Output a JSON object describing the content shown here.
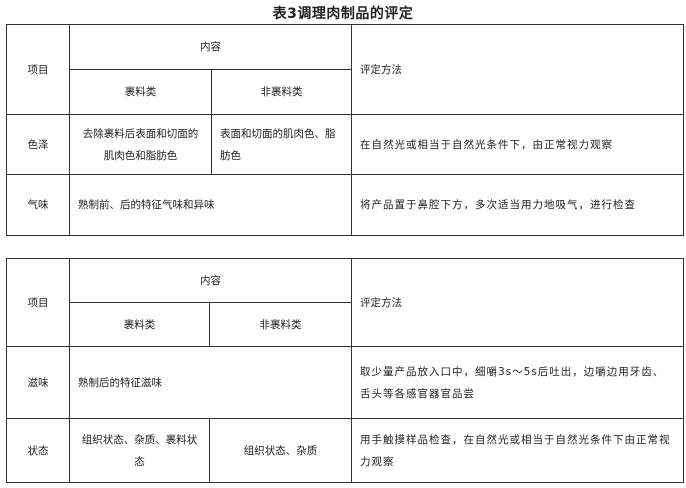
{
  "title": "表3调理肉制品的评定",
  "headers": {
    "item": "项目",
    "content": "内容",
    "coated": "裹料类",
    "uncoated": "非裹料类",
    "method": "评定方法"
  },
  "table1": {
    "rows": [
      {
        "item": "色泽",
        "coated": "去除裹料后表面和切面的肌肉色和脂肪色",
        "uncoated": "表面和切面的肌肉色、脂肪色",
        "method": "在自然光或相当于自然光条件下，由正常视力观察"
      },
      {
        "item": "气味",
        "content": "熟制前、后的特征气味和异味",
        "method": "将产品置于鼻腔下方，多次适当用力地吸气，进行检查"
      }
    ]
  },
  "table2": {
    "rows": [
      {
        "item": "滋味",
        "content": "熟制后的特征滋味",
        "method": "取少量产品放入口中，细嚼3s～5s后吐出，边嚼边用牙齿、舌头等各感官器官品尝"
      },
      {
        "item": "状态",
        "coated": "组织状态、杂质、裹料状态",
        "uncoated": "组织状态、杂质",
        "method": "用手触摸样品检查，在自然光或相当于自然光条件下由正常视力观察"
      }
    ]
  }
}
